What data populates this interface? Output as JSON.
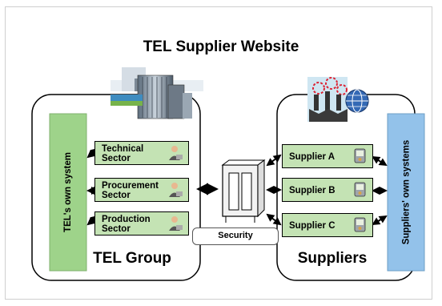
{
  "title": "TEL Supplier Website",
  "tel_group": {
    "label": "TEL Group",
    "system_label": "TEL's own system",
    "sectors": [
      {
        "name": "Technical Sector",
        "line1": "Technical",
        "line2": "Sector"
      },
      {
        "name": "Procurement Sector",
        "line1": "Procurement",
        "line2": "Sector"
      },
      {
        "name": "Production Sector",
        "line1": "Production",
        "line2": "Sector"
      }
    ]
  },
  "suppliers": {
    "label": "Suppliers",
    "system_label": "Suppliers' own systems",
    "items": [
      {
        "name": "Supplier A"
      },
      {
        "name": "Supplier B"
      },
      {
        "name": "Supplier C"
      }
    ]
  },
  "security": {
    "label": "Security"
  },
  "colors": {
    "sector_fill": "#c4e3b4",
    "tel_system_bar": "#9ed38a",
    "supplier_system_bar": "#93c2ea",
    "border": "#000000"
  }
}
